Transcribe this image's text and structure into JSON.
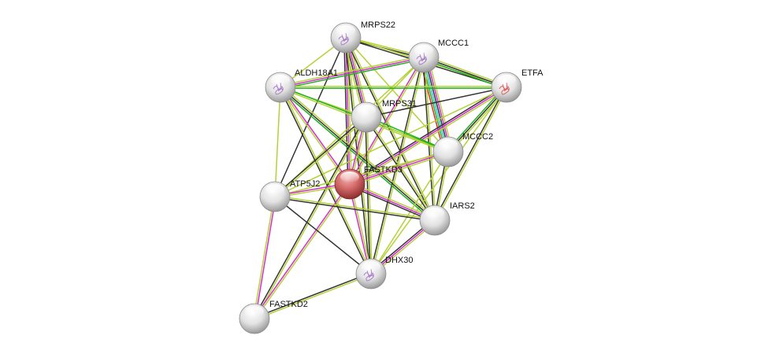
{
  "diagram": {
    "type": "protein-interaction-network",
    "edge_colors": {
      "textmining": "#b3d234",
      "coexpression": "#333333",
      "experiments": "#d62ad6",
      "database": "#24c9d6",
      "neighborhood": "#1fb11f",
      "fusion": "#ee2222",
      "homology": "#b9a06a"
    },
    "nodes": [
      {
        "id": "MRPS22",
        "label": "MRPS22",
        "query": false,
        "structure": true
      },
      {
        "id": "MCCC1",
        "label": "MCCC1",
        "query": false,
        "structure": true
      },
      {
        "id": "ETFA",
        "label": "ETFA",
        "query": false,
        "structure": true,
        "structure_color": "#e05555"
      },
      {
        "id": "ALDH18A1",
        "label": "ALDH18A1",
        "query": false,
        "structure": true
      },
      {
        "id": "MRPS31",
        "label": "MRPS31",
        "query": false,
        "structure": false
      },
      {
        "id": "MCCC2",
        "label": "MCCC2",
        "query": false,
        "structure": false
      },
      {
        "id": "FASTKD3",
        "label": "FASTKD3",
        "query": true,
        "structure": false
      },
      {
        "id": "ATP5J2",
        "label": "ATP5J2",
        "query": false,
        "structure": false
      },
      {
        "id": "IARS2",
        "label": "IARS2",
        "query": false,
        "structure": false
      },
      {
        "id": "DHX30",
        "label": "DHX30",
        "query": false,
        "structure": true
      },
      {
        "id": "FASTKD2",
        "label": "FASTKD2",
        "query": false,
        "structure": false
      }
    ],
    "edges": [
      {
        "a": "MRPS22",
        "b": "MCCC1",
        "types": [
          "textmining",
          "coexpression"
        ]
      },
      {
        "a": "MRPS22",
        "b": "ETFA",
        "types": [
          "textmining",
          "coexpression"
        ]
      },
      {
        "a": "MRPS22",
        "b": "ALDH18A1",
        "types": [
          "textmining"
        ]
      },
      {
        "a": "MRPS22",
        "b": "MRPS31",
        "types": [
          "textmining",
          "experiments",
          "coexpression",
          "textmining"
        ]
      },
      {
        "a": "MRPS22",
        "b": "FASTKD3",
        "types": [
          "textmining",
          "experiments",
          "coexpression"
        ]
      },
      {
        "a": "MRPS22",
        "b": "ATP5J2",
        "types": [
          "coexpression"
        ]
      },
      {
        "a": "MRPS22",
        "b": "IARS2",
        "types": [
          "textmining",
          "coexpression"
        ]
      },
      {
        "a": "MRPS22",
        "b": "DHX30",
        "types": [
          "textmining",
          "coexpression"
        ]
      },
      {
        "a": "MRPS22",
        "b": "MCCC2",
        "types": [
          "textmining"
        ]
      },
      {
        "a": "MCCC1",
        "b": "ETFA",
        "types": [
          "textmining",
          "coexpression",
          "neighborhood"
        ]
      },
      {
        "a": "MCCC1",
        "b": "ALDH18A1",
        "types": [
          "neighborhood",
          "experiments",
          "textmining"
        ]
      },
      {
        "a": "MCCC1",
        "b": "MCCC2",
        "types": [
          "textmining",
          "experiments",
          "coexpression",
          "database",
          "neighborhood",
          "fusion"
        ]
      },
      {
        "a": "MCCC1",
        "b": "MRPS31",
        "types": [
          "textmining"
        ]
      },
      {
        "a": "MCCC1",
        "b": "FASTKD3",
        "types": [
          "textmining",
          "experiments"
        ]
      },
      {
        "a": "MCCC1",
        "b": "ATP5J2",
        "types": [
          "textmining"
        ]
      },
      {
        "a": "MCCC1",
        "b": "IARS2",
        "types": [
          "textmining",
          "coexpression"
        ]
      },
      {
        "a": "MCCC1",
        "b": "DHX30",
        "types": [
          "textmining",
          "coexpression"
        ]
      },
      {
        "a": "ETFA",
        "b": "ALDH18A1",
        "types": [
          "neighborhood",
          "textmining"
        ]
      },
      {
        "a": "ETFA",
        "b": "MRPS31",
        "types": [
          "coexpression"
        ]
      },
      {
        "a": "ETFA",
        "b": "MCCC2",
        "types": [
          "textmining",
          "coexpression",
          "neighborhood"
        ]
      },
      {
        "a": "ETFA",
        "b": "FASTKD3",
        "types": [
          "textmining",
          "experiments",
          "coexpression"
        ]
      },
      {
        "a": "ETFA",
        "b": "IARS2",
        "types": [
          "textmining",
          "coexpression"
        ]
      },
      {
        "a": "ETFA",
        "b": "ATP5J2",
        "types": [
          "textmining"
        ]
      },
      {
        "a": "ETFA",
        "b": "DHX30",
        "types": [
          "textmining"
        ]
      },
      {
        "a": "ALDH18A1",
        "b": "MRPS31",
        "types": [
          "textmining"
        ]
      },
      {
        "a": "ALDH18A1",
        "b": "MCCC2",
        "types": [
          "neighborhood",
          "textmining"
        ]
      },
      {
        "a": "ALDH18A1",
        "b": "FASTKD3",
        "types": [
          "experiments",
          "textmining"
        ]
      },
      {
        "a": "ALDH18A1",
        "b": "ATP5J2",
        "types": [
          "textmining"
        ]
      },
      {
        "a": "ALDH18A1",
        "b": "IARS2",
        "types": [
          "textmining",
          "coexpression",
          "neighborhood"
        ]
      },
      {
        "a": "ALDH18A1",
        "b": "DHX30",
        "types": [
          "textmining",
          "coexpression"
        ]
      },
      {
        "a": "MRPS31",
        "b": "FASTKD3",
        "types": [
          "textmining",
          "experiments"
        ]
      },
      {
        "a": "MRPS31",
        "b": "MCCC2",
        "types": [
          "neighborhood",
          "textmining"
        ]
      },
      {
        "a": "MRPS31",
        "b": "ATP5J2",
        "types": [
          "textmining",
          "coexpression"
        ]
      },
      {
        "a": "MRPS31",
        "b": "IARS2",
        "types": [
          "textmining",
          "coexpression"
        ]
      },
      {
        "a": "MRPS31",
        "b": "DHX30",
        "types": [
          "textmining",
          "coexpression"
        ]
      },
      {
        "a": "MRPS31",
        "b": "FASTKD2",
        "types": [
          "textmining",
          "coexpression"
        ]
      },
      {
        "a": "MCCC2",
        "b": "FASTKD3",
        "types": [
          "textmining",
          "experiments",
          "homology"
        ]
      },
      {
        "a": "MCCC2",
        "b": "IARS2",
        "types": [
          "textmining",
          "coexpression"
        ]
      },
      {
        "a": "MCCC2",
        "b": "DHX30",
        "types": [
          "textmining"
        ]
      },
      {
        "a": "MCCC2",
        "b": "ATP5J2",
        "types": [
          "textmining"
        ]
      },
      {
        "a": "FASTKD3",
        "b": "ATP5J2",
        "types": [
          "textmining",
          "experiments"
        ]
      },
      {
        "a": "FASTKD3",
        "b": "IARS2",
        "types": [
          "textmining",
          "experiments",
          "coexpression"
        ]
      },
      {
        "a": "FASTKD3",
        "b": "DHX30",
        "types": [
          "textmining",
          "experiments"
        ]
      },
      {
        "a": "FASTKD3",
        "b": "FASTKD2",
        "types": [
          "textmining",
          "experiments"
        ]
      },
      {
        "a": "ATP5J2",
        "b": "IARS2",
        "types": [
          "textmining",
          "coexpression"
        ]
      },
      {
        "a": "ATP5J2",
        "b": "DHX30",
        "types": [
          "coexpression"
        ]
      },
      {
        "a": "ATP5J2",
        "b": "FASTKD2",
        "types": [
          "experiments",
          "textmining"
        ]
      },
      {
        "a": "IARS2",
        "b": "DHX30",
        "types": [
          "textmining",
          "experiments",
          "coexpression"
        ]
      },
      {
        "a": "DHX30",
        "b": "FASTKD2",
        "types": [
          "textmining",
          "coexpression"
        ]
      }
    ]
  }
}
